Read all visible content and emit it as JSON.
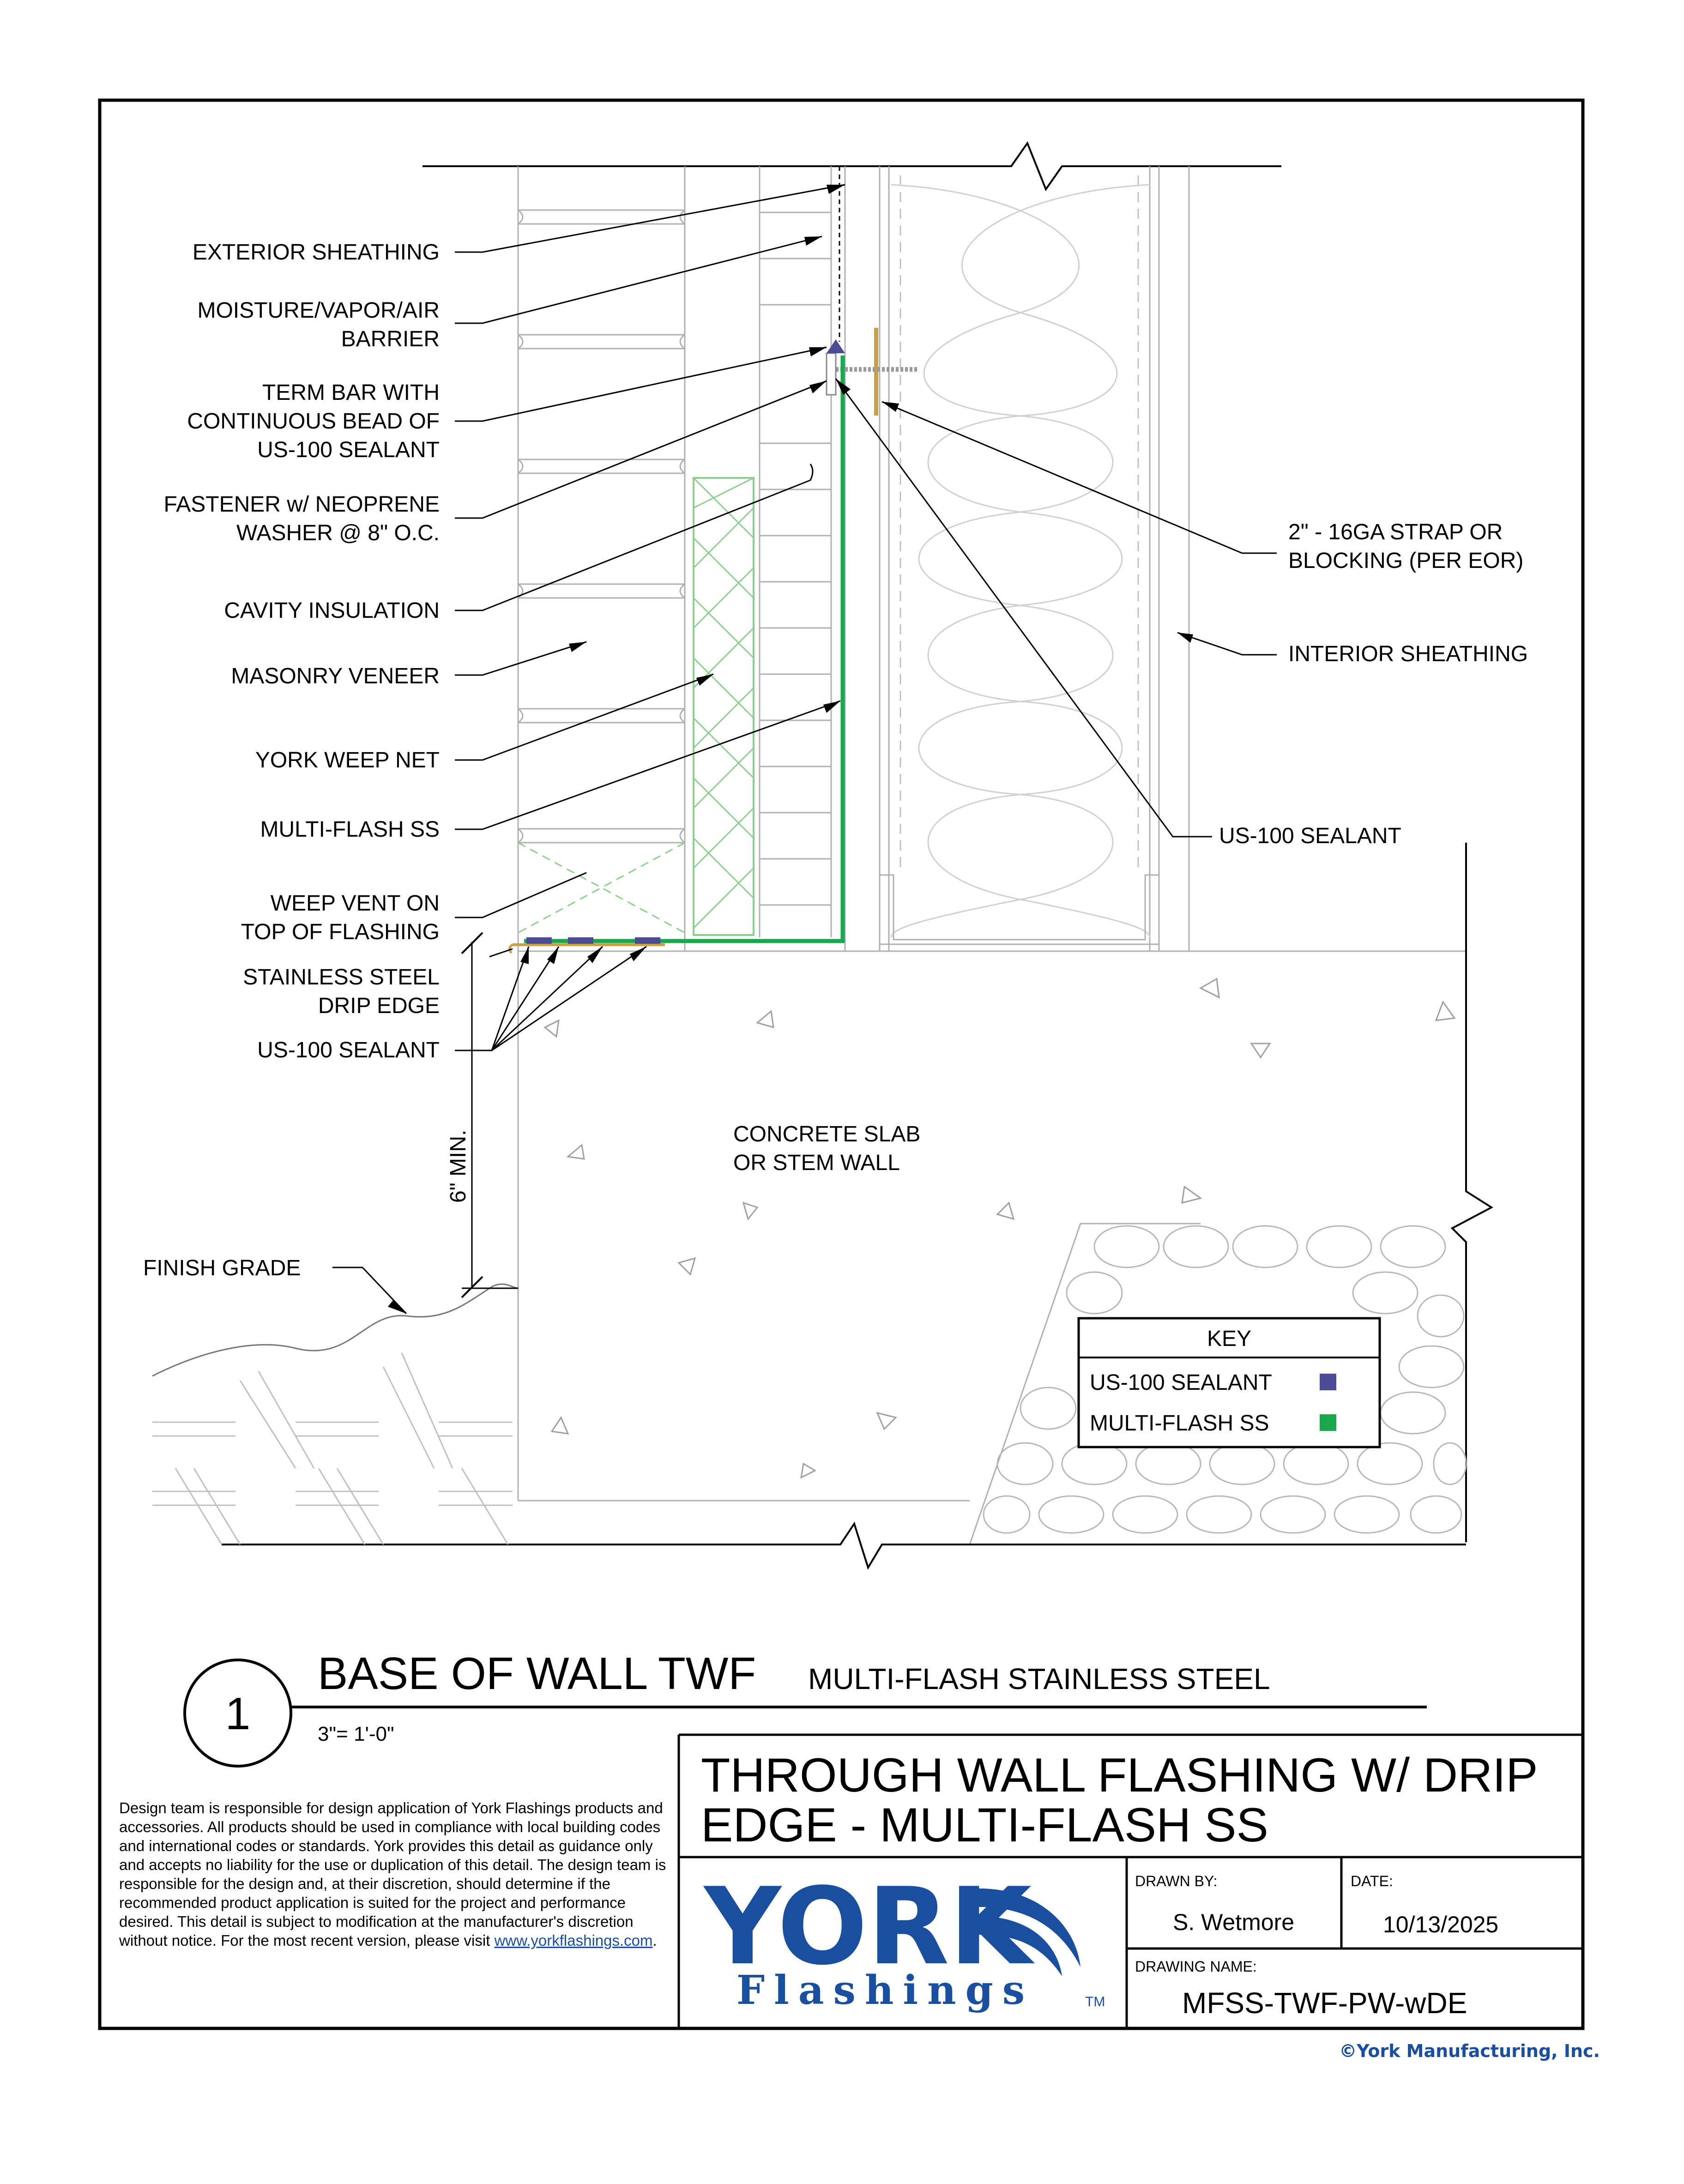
{
  "callouts_left": [
    {
      "lines": [
        "EXTERIOR SHEATHING"
      ]
    },
    {
      "lines": [
        "MOISTURE/VAPOR/AIR",
        "BARRIER"
      ]
    },
    {
      "lines": [
        "TERM BAR WITH",
        "CONTINUOUS BEAD OF",
        "US-100 SEALANT"
      ]
    },
    {
      "lines": [
        "FASTENER w/ NEOPRENE",
        "WASHER @ 8\" O.C."
      ]
    },
    {
      "lines": [
        "CAVITY INSULATION"
      ]
    },
    {
      "lines": [
        "MASONRY VENEER"
      ]
    },
    {
      "lines": [
        "YORK WEEP NET"
      ]
    },
    {
      "lines": [
        "MULTI-FLASH SS"
      ]
    },
    {
      "lines": [
        "WEEP VENT ON",
        "TOP OF FLASHING"
      ]
    },
    {
      "lines": [
        "STAINLESS STEEL",
        "DRIP EDGE"
      ]
    },
    {
      "lines": [
        "US-100 SEALANT"
      ]
    }
  ],
  "callouts_right": [
    {
      "lines": [
        "2\" - 16GA STRAP OR",
        "BLOCKING (PER EOR)"
      ]
    },
    {
      "lines": [
        "INTERIOR SHEATHING"
      ]
    },
    {
      "lines": [
        "US-100 SEALANT"
      ]
    }
  ],
  "concrete_label": [
    "CONCRETE SLAB",
    "OR STEM WALL"
  ],
  "dimension_label": "6\" MIN.",
  "finish_grade_label": "FINISH GRADE",
  "key": {
    "title": "KEY",
    "items": [
      {
        "label": "US-100 SEALANT",
        "color": "#4b4b96"
      },
      {
        "label": "MULTI-FLASH SS",
        "color": "#1aa84f"
      }
    ]
  },
  "detail": {
    "number": "1",
    "title": "BASE OF WALL TWF",
    "subtitle": "MULTI-FLASH STAINLESS STEEL",
    "scale": "3\"= 1'-0\""
  },
  "disclaimer": {
    "text": "Design team is responsible for design application of York Flashings products and accessories.  All products should be used in compliance with local building codes and international codes or standards.  York provides this detail as guidance only and accepts no liability for the use or duplication of this detail.  The design team is responsible for the design and, at their discretion, should determine if the recommended product application is suited for the project and performance desired.  This detail is subject to modification at the manufacturer's discretion without notice.  For the most recent version, please visit",
    "link": "www.yorkflashings.com",
    "end": "."
  },
  "title_block": {
    "title_line1": "THROUGH WALL FLASHING W/ DRIP",
    "title_line2": "EDGE - MULTI-FLASH SS",
    "drawn_by_label": "DRAWN BY:",
    "drawn_by": "S. Wetmore",
    "date_label": "DATE:",
    "date": "10/13/2025",
    "drawing_name_label": "DRAWING NAME:",
    "drawing_name": "MFSS-TWF-PW-wDE"
  },
  "logo": {
    "line1": "YORK",
    "line2": "Flashings",
    "tm": "TM"
  },
  "copyright": "©York Manufacturing, Inc.",
  "colors": {
    "sealant": "#4b4b96",
    "flashing": "#1aa84f",
    "weep_net": "#8fce8f",
    "strap": "#c8a048",
    "brand": "#1a4fa0"
  }
}
